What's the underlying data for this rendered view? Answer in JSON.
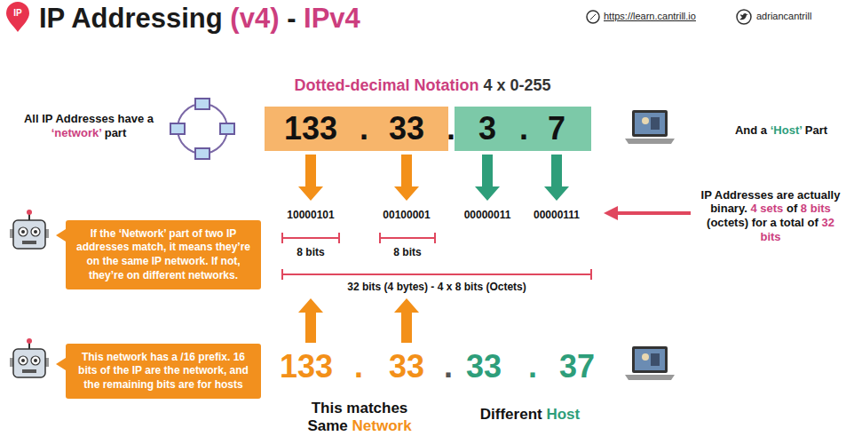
{
  "diagram": {
    "title": "IP Addressing (v4) - IPv4",
    "nodes": [
      {
        "text": [
          "133",
          ".",
          "33"
        ]
      },
      {
        "text": [
          "3",
          ".",
          "7"
        ]
      },
      {
        "text": [
          "If the ‘Network’ part of two IP addresses match, it means they’re on the same IP network. If not, they’re on different networks."
        ]
      },
      {
        "text": [
          "This network has a /16 prefix. 16 bits of the IP are the network, and the remaining bits are for hosts"
        ]
      }
    ],
    "labels": [
      "IP",
      "https://learn.cantrill.io",
      "adriancantrill",
      "Dotted-decimal Notation 4 x 0-255",
      "All IP Addresses have a ‘network’ part",
      ".",
      "And a ‘Host’ Part",
      "10000101",
      "00100001",
      "00000011",
      "00000111",
      "IP Addresses are actually binary. 4 sets of 8 bits (octets) for a total of 32 bits",
      "8 bits",
      "8 bits",
      "32 bits (4 bytes) - 4 x 8 bits (Octets)",
      "133",
      ".",
      "33",
      ".",
      "33",
      ".",
      "37",
      "This matches Same Network",
      "Different Host"
    ]
  }
}
